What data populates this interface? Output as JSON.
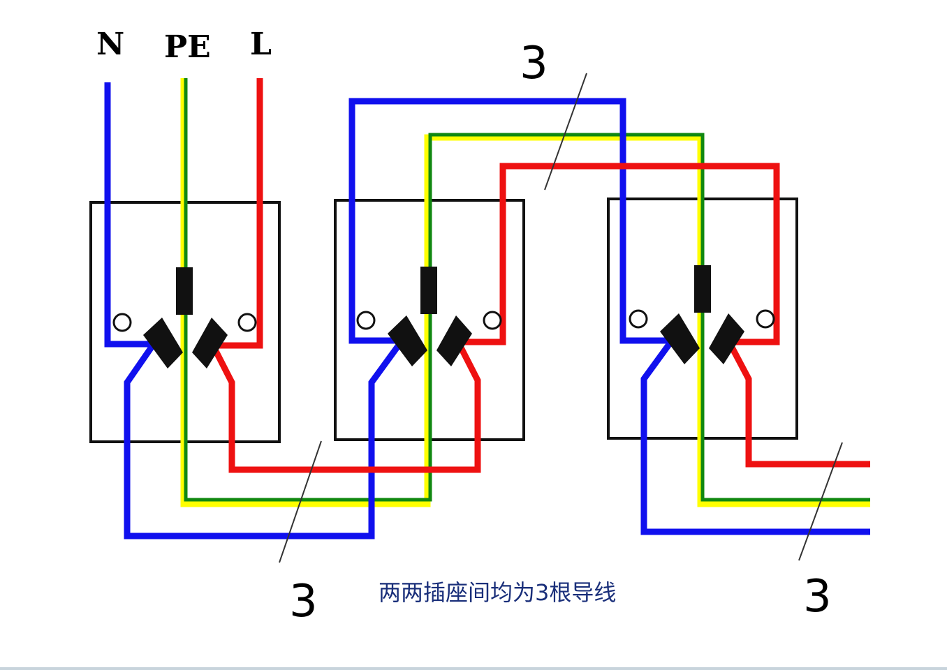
{
  "terminals": {
    "n": "N",
    "pe": "PE",
    "l": "L"
  },
  "wire_counts": {
    "top": "3",
    "bottom_left": "3",
    "bottom_right": "3"
  },
  "caption": "两两插座间均为3根导线",
  "colors": {
    "neutral": "#1010ee",
    "earth_yellow": "#ffff00",
    "earth_green": "#118811",
    "live": "#ee1111",
    "socket_frame": "#111111",
    "caption": "#1a2f7a"
  }
}
